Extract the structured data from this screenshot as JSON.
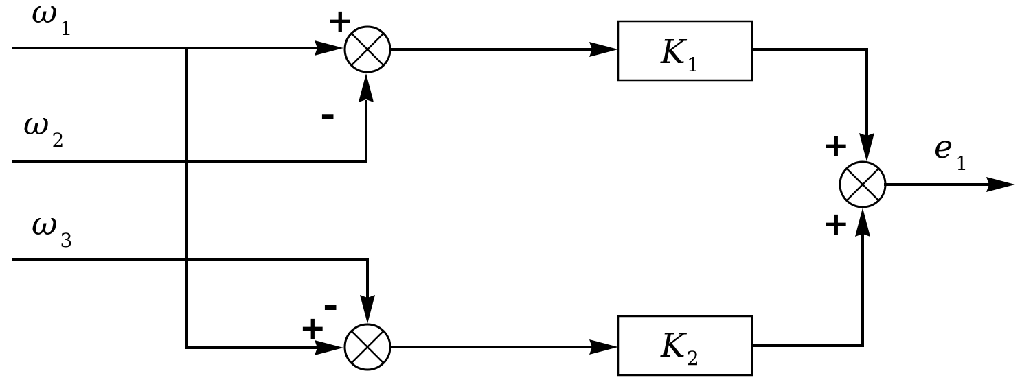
{
  "inputs": [
    {
      "symbol": "ω",
      "subscript": "1"
    },
    {
      "symbol": "ω",
      "subscript": "2"
    },
    {
      "symbol": "ω",
      "subscript": "3"
    }
  ],
  "blocks": [
    {
      "symbol": "K",
      "subscript": "1"
    },
    {
      "symbol": "K",
      "subscript": "2"
    }
  ],
  "output": {
    "symbol": "e",
    "subscript": "1"
  },
  "signs": {
    "sum_top_input_a": "+",
    "sum_top_input_b": "-",
    "sum_bottom_input_a": "+",
    "sum_bottom_input_b": "-",
    "sum_right_input_a": "+",
    "sum_right_input_b": "+"
  }
}
